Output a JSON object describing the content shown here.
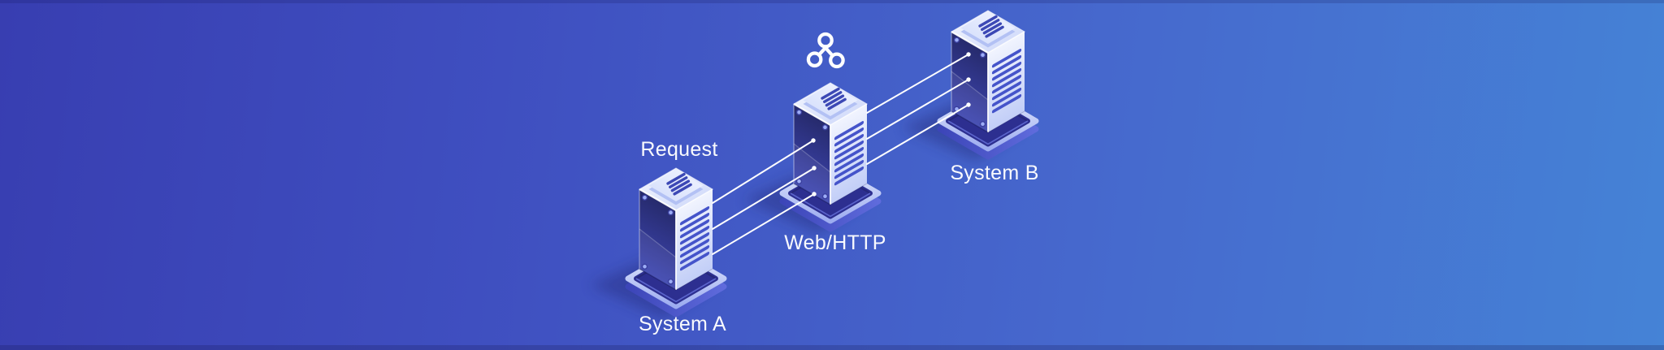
{
  "scene": {
    "type": "isometric-network-diagram",
    "background": {
      "gradient_start": "#383eb1",
      "gradient_mid": "#4156c4",
      "gradient_end": "#4583d6"
    },
    "line_color": "#ffffff",
    "label_color": "#ffffff",
    "server_colors": {
      "dark_face": "#272b6f",
      "light_face": "#eef2fe",
      "vent_lines": "#4554ca",
      "platform_rim": "#c7d2f8",
      "platform_inset": "#2d2f90"
    }
  },
  "icon": {
    "name": "webhook-icon",
    "color": "#ffffff"
  },
  "nodes": [
    {
      "id": "system-a",
      "label": "System A"
    },
    {
      "id": "web-http",
      "label": "Web/HTTP"
    },
    {
      "id": "system-b",
      "label": "System B"
    }
  ],
  "connections": [
    {
      "from": "system-a",
      "to": "web-http",
      "label": "Request",
      "lines": 3
    },
    {
      "from": "web-http",
      "to": "system-b",
      "label": "",
      "lines": 3
    }
  ]
}
